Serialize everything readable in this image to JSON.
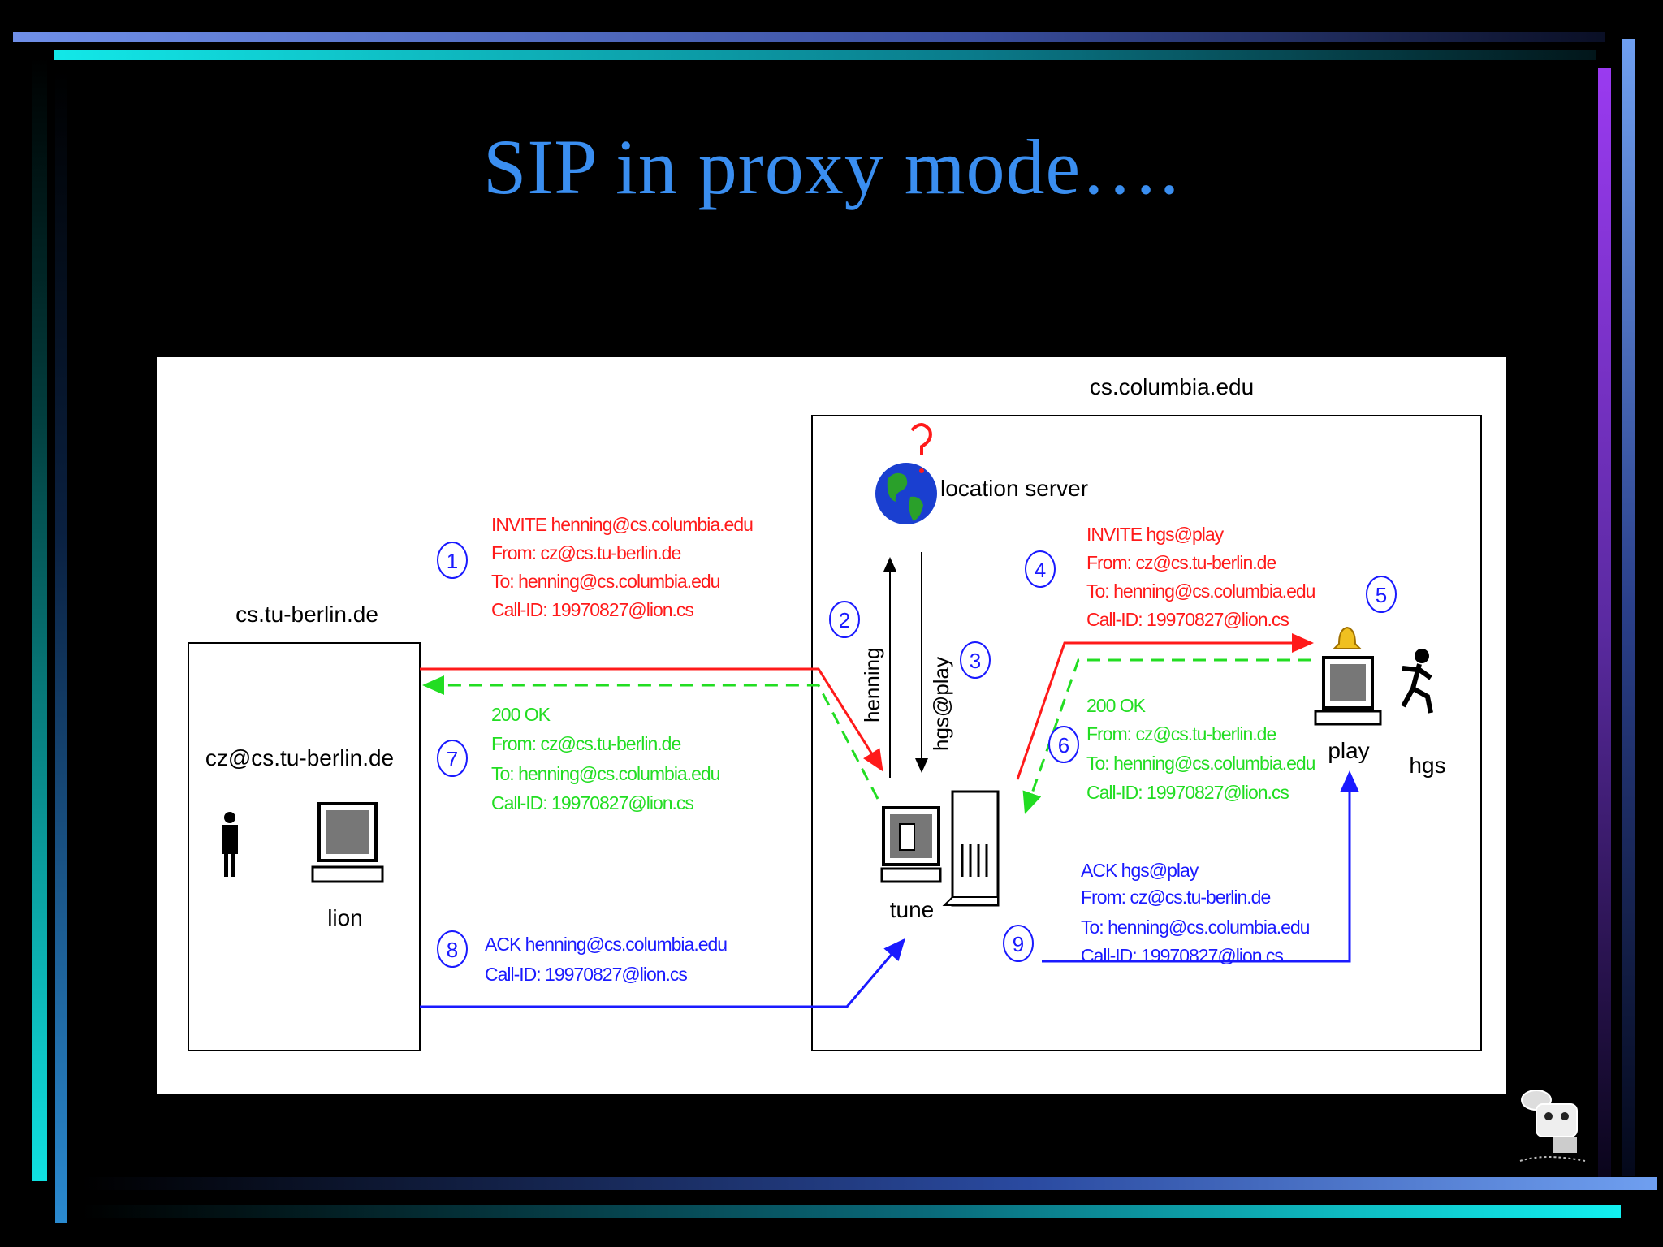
{
  "slide": {
    "title": "SIP in proxy mode…."
  },
  "domains": {
    "left": "cs.tu-berlin.de",
    "right": "cs.columbia.edu"
  },
  "nodes": {
    "caller_address": "cz@cs.tu-berlin.de",
    "caller_host": "lion",
    "location_server": "location server",
    "proxy_host": "tune",
    "callee_host": "play",
    "callee_user": "hgs"
  },
  "lookup": {
    "query": "henning",
    "reply": "hgs@play"
  },
  "steps": {
    "s1": "1",
    "s2": "2",
    "s3": "3",
    "s4": "4",
    "s5": "5",
    "s6": "6",
    "s7": "7",
    "s8": "8",
    "s9": "9"
  },
  "messages": {
    "invite1": [
      "INVITE henning@cs.columbia.edu",
      "From: cz@cs.tu-berlin.de",
      "To: henning@cs.columbia.edu",
      "Call-ID: 19970827@lion.cs"
    ],
    "invite2": [
      "INVITE hgs@play",
      "From: cz@cs.tu-berlin.de",
      "To: henning@cs.columbia.edu",
      "Call-ID: 19970827@lion.cs"
    ],
    "ok6": [
      "200 OK",
      "From: cz@cs.tu-berlin.de",
      "To: henning@cs.columbia.edu",
      "Call-ID: 19970827@lion.cs"
    ],
    "ok7": [
      "200 OK",
      "From: cz@cs.tu-berlin.de",
      "To: henning@cs.columbia.edu",
      "Call-ID: 19970827@lion.cs"
    ],
    "ack8": [
      "ACK henning@cs.columbia.edu",
      "Call-ID: 19970827@lion.cs"
    ],
    "ack9": [
      "ACK hgs@play",
      "From: cz@cs.tu-berlin.de",
      "To: henning@cs.columbia.edu",
      "Call-ID: 19970827@lion.cs"
    ]
  },
  "colors": {
    "invite": "#ff1a1a",
    "ok": "#22dd22",
    "ack": "#1a1aff",
    "title": "#3a8ef0",
    "step_circle": "#1a1aff"
  },
  "icons": [
    "globe-icon",
    "question-mark-icon",
    "person-icon",
    "running-person-icon",
    "computer-icon",
    "server-tower-icon",
    "bell-icon",
    "robot-icon"
  ]
}
